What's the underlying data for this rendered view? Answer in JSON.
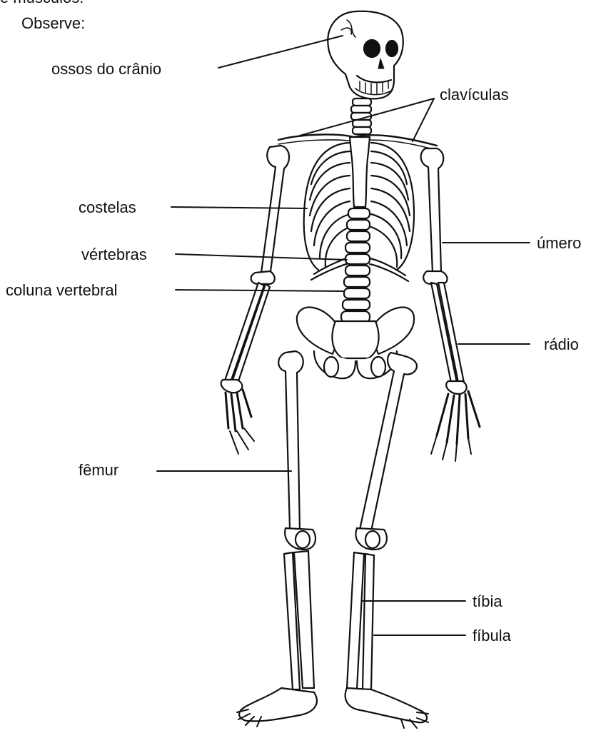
{
  "intro_text": "e músculos.",
  "observe_text": "Observe:",
  "labels": {
    "skull": "ossos do crânio",
    "clavicles": "clavículas",
    "ribs": "costelas",
    "vertebrae": "vértebras",
    "spine": "coluna vertebral",
    "humerus": "úmero",
    "radius": "rádio",
    "femur": "fêmur",
    "tibia": "tíbia",
    "fibula": "fíbula"
  },
  "colors": {
    "line": "#111111",
    "bone_fill": "#ffffff",
    "background": "#ffffff"
  }
}
